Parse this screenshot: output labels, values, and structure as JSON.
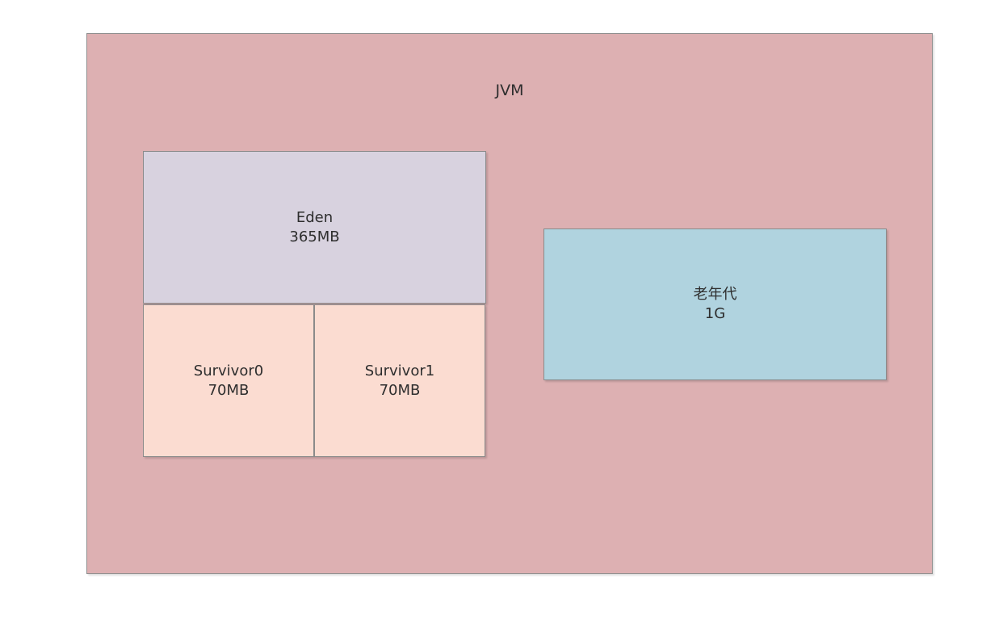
{
  "diagram": {
    "container": {
      "label": "JVM"
    },
    "eden": {
      "name": "Eden",
      "size": "365MB"
    },
    "survivor0": {
      "name": "Survivor0",
      "size": "70MB"
    },
    "survivor1": {
      "name": "Survivor1",
      "size": "70MB"
    },
    "old_gen": {
      "name": "老年代",
      "size": "1G"
    }
  }
}
